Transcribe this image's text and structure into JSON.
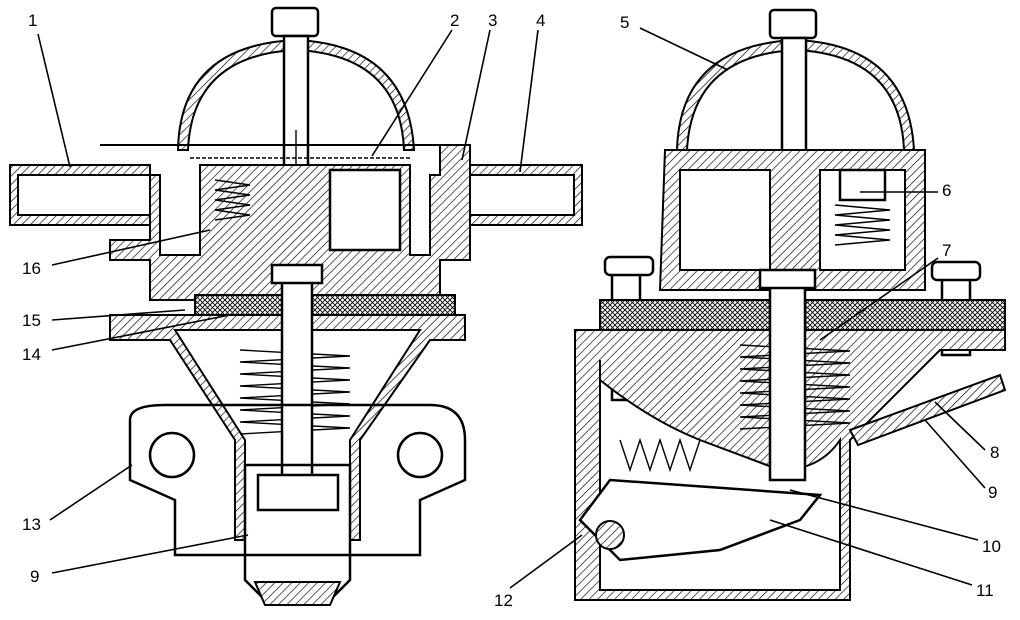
{
  "title": "Fuel pump sectional views",
  "labels": {
    "l1": "1",
    "l2": "2",
    "l3": "3",
    "l4": "4",
    "l5": "5",
    "l6": "6",
    "l7": "7",
    "l8": "8",
    "l9a": "9",
    "l9b": "9",
    "l10": "10",
    "l11": "11",
    "l12": "12",
    "l13": "13",
    "l14": "14",
    "l15": "15",
    "l16": "16"
  }
}
